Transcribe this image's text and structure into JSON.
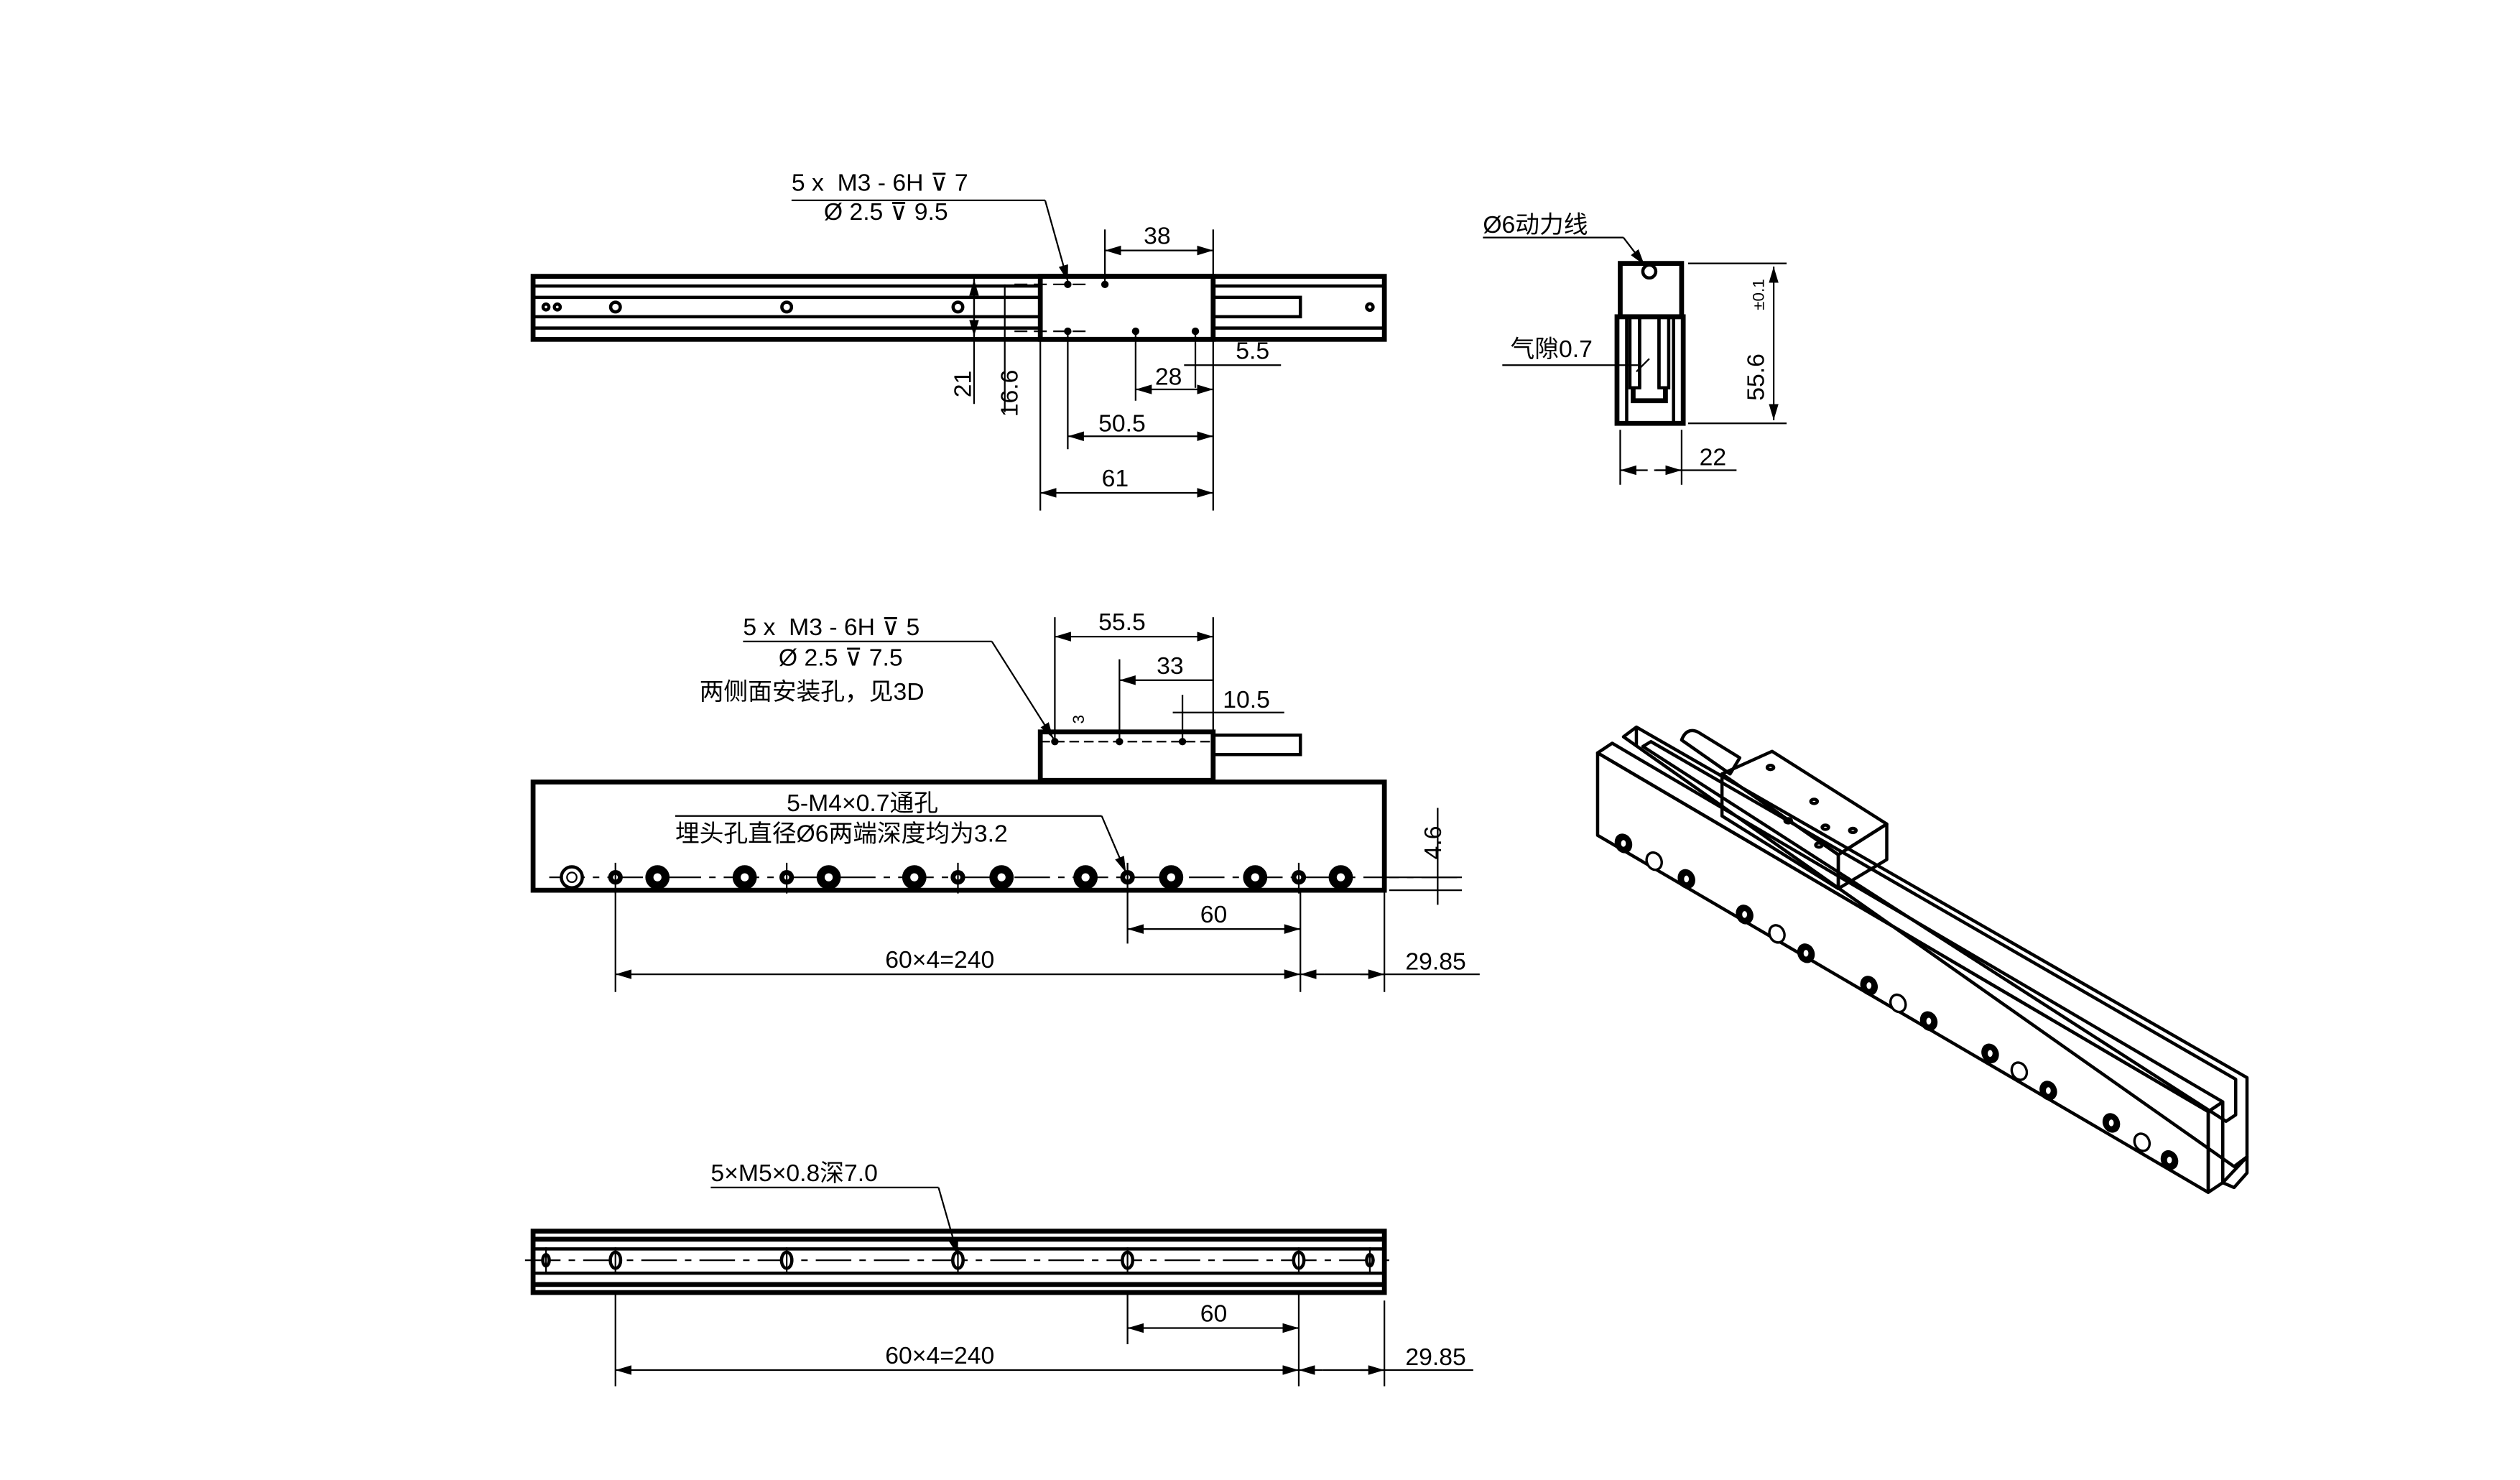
{
  "top_view": {
    "callout_line1": "5 x  M3 - 6H ⊽ 7",
    "callout_line2": "Ø 2.5 ⊽ 9.5",
    "dims": {
      "d38": "38",
      "d5_5": "5.5",
      "d28": "28",
      "d50_5": "50.5",
      "d61": "61",
      "d21": "21",
      "d16_6": "16.6"
    }
  },
  "end_view": {
    "cable_label": "Ø6动力线",
    "air_gap_label": "气隙0.7",
    "height": "55.6",
    "tolerance": "±0.1",
    "width": "22"
  },
  "side_view": {
    "callout_line1": "5 x  M3 - 6H ⊽ 5",
    "callout_line2": "Ø 2.5 ⊽ 7.5",
    "callout_line3": "两侧面安装孔，见3D",
    "hole_line1": "5-M4×0.7通孔",
    "hole_line2": "埋头孔直径Ø6两端深度均为3.2",
    "dims": {
      "d55_5": "55.5",
      "d33": "33",
      "d10_5": "10.5",
      "d3": "3",
      "d4_6": "4.6",
      "d60": "60",
      "d240": "60×4=240",
      "d29_85": "29.85"
    }
  },
  "bottom_view": {
    "callout": "5×M5×0.8深7.0",
    "dims": {
      "d60": "60",
      "d240": "60×4=240",
      "d29_85": "29.85"
    }
  }
}
